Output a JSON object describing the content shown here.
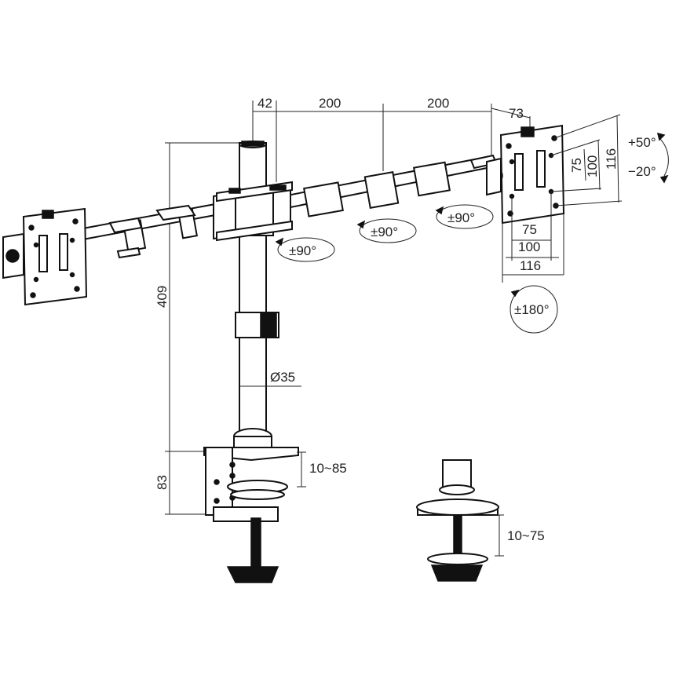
{
  "dimensions": {
    "offset_top": "42",
    "arm_segment_1": "200",
    "arm_segment_2": "200",
    "plate_offset": "73",
    "pole_height": "409",
    "pole_diameter": "Ø35",
    "clamp_height": "83",
    "clamp_range": "10~85",
    "grommet_range": "10~75",
    "vesa_small_v": "75",
    "vesa_mid_v": "100",
    "vesa_large_v": "116",
    "vesa_small_h": "75",
    "vesa_mid_h": "100",
    "vesa_large_h": "116"
  },
  "rotations": {
    "joint_left": "±90°",
    "joint_mid": "±90°",
    "joint_right": "±90°",
    "tilt_up": "+50°",
    "tilt_down": "−20°",
    "rotate": "±180°"
  }
}
